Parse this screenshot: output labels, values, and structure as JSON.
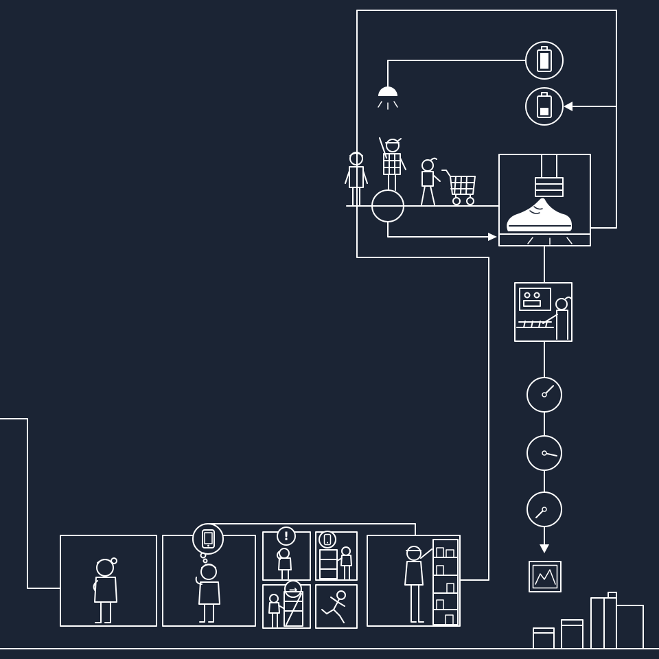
{
  "canvas": {
    "background": "#1b2434",
    "line_color": "#ffffff"
  },
  "glyphs": {
    "alert": "!",
    "go_arrow": "→"
  },
  "icons": [
    "battery-full-icon",
    "battery-charging-icon",
    "ceiling-lamp-icon",
    "shopping-cart-icon",
    "wheel-icon",
    "sneaker-icon",
    "press-icon",
    "console-screen-icon",
    "keyboard-icon",
    "clock-icon",
    "down-arrow-icon",
    "graph-picture-icon",
    "smartphone-icon",
    "thought-bubble-icon",
    "alert-badge-icon",
    "go-arrow-badge-icon",
    "store-shelf-icon",
    "runner-icon",
    "package-icon"
  ],
  "figures": [
    "person-thinking-at-home",
    "person-idea-phone",
    "person-alarmed",
    "person-phone-kiosk",
    "person-heading-to-store",
    "person-running",
    "person-browsing-shelf",
    "shopper-waiting",
    "shopper-raising-arm",
    "shopper-walking",
    "console-operator"
  ]
}
